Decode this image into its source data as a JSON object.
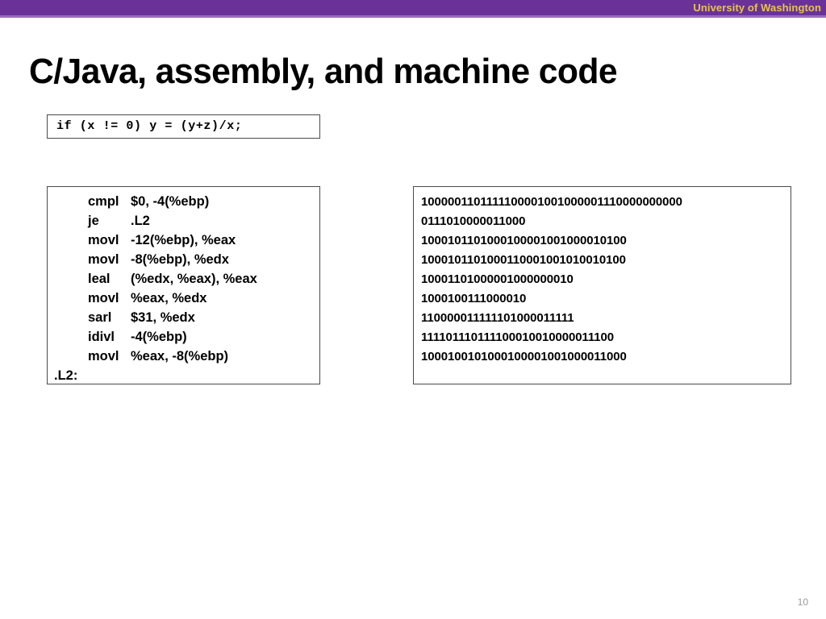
{
  "header": {
    "organization": "University of Washington",
    "bar_color": "#6a3299",
    "text_color": "#e8c44a"
  },
  "slide": {
    "title": "C/Java, assembly, and machine code",
    "page_number": "10"
  },
  "c_source": {
    "code": "if (x != 0) y = (y+z)/x;"
  },
  "assembly": {
    "instructions": [
      {
        "op": "cmpl",
        "args": "$0, -4(%ebp)"
      },
      {
        "op": "je",
        "args": ".L2"
      },
      {
        "op": "movl",
        "args": "-12(%ebp), %eax"
      },
      {
        "op": "movl",
        "args": "-8(%ebp), %edx"
      },
      {
        "op": "leal",
        "args": "(%edx, %eax), %eax"
      },
      {
        "op": "movl",
        "args": "%eax, %edx"
      },
      {
        "op": "sarl",
        "args": "$31, %edx"
      },
      {
        "op": "idivl",
        "args": "-4(%ebp)"
      },
      {
        "op": "movl",
        "args": "%eax, -8(%ebp)"
      }
    ],
    "label": ".L2:"
  },
  "machine_code": {
    "lines": [
      "1000001101111100001001000001110000000000",
      "0111010000011000",
      "1000101101000100001001000010100",
      "1000101101000110001001010010100",
      "10001101000001000000010",
      "1000100111000010",
      "110000011111101000011111",
      "111101110111100010010000011100",
      "1000100101000100001001000011000"
    ]
  }
}
